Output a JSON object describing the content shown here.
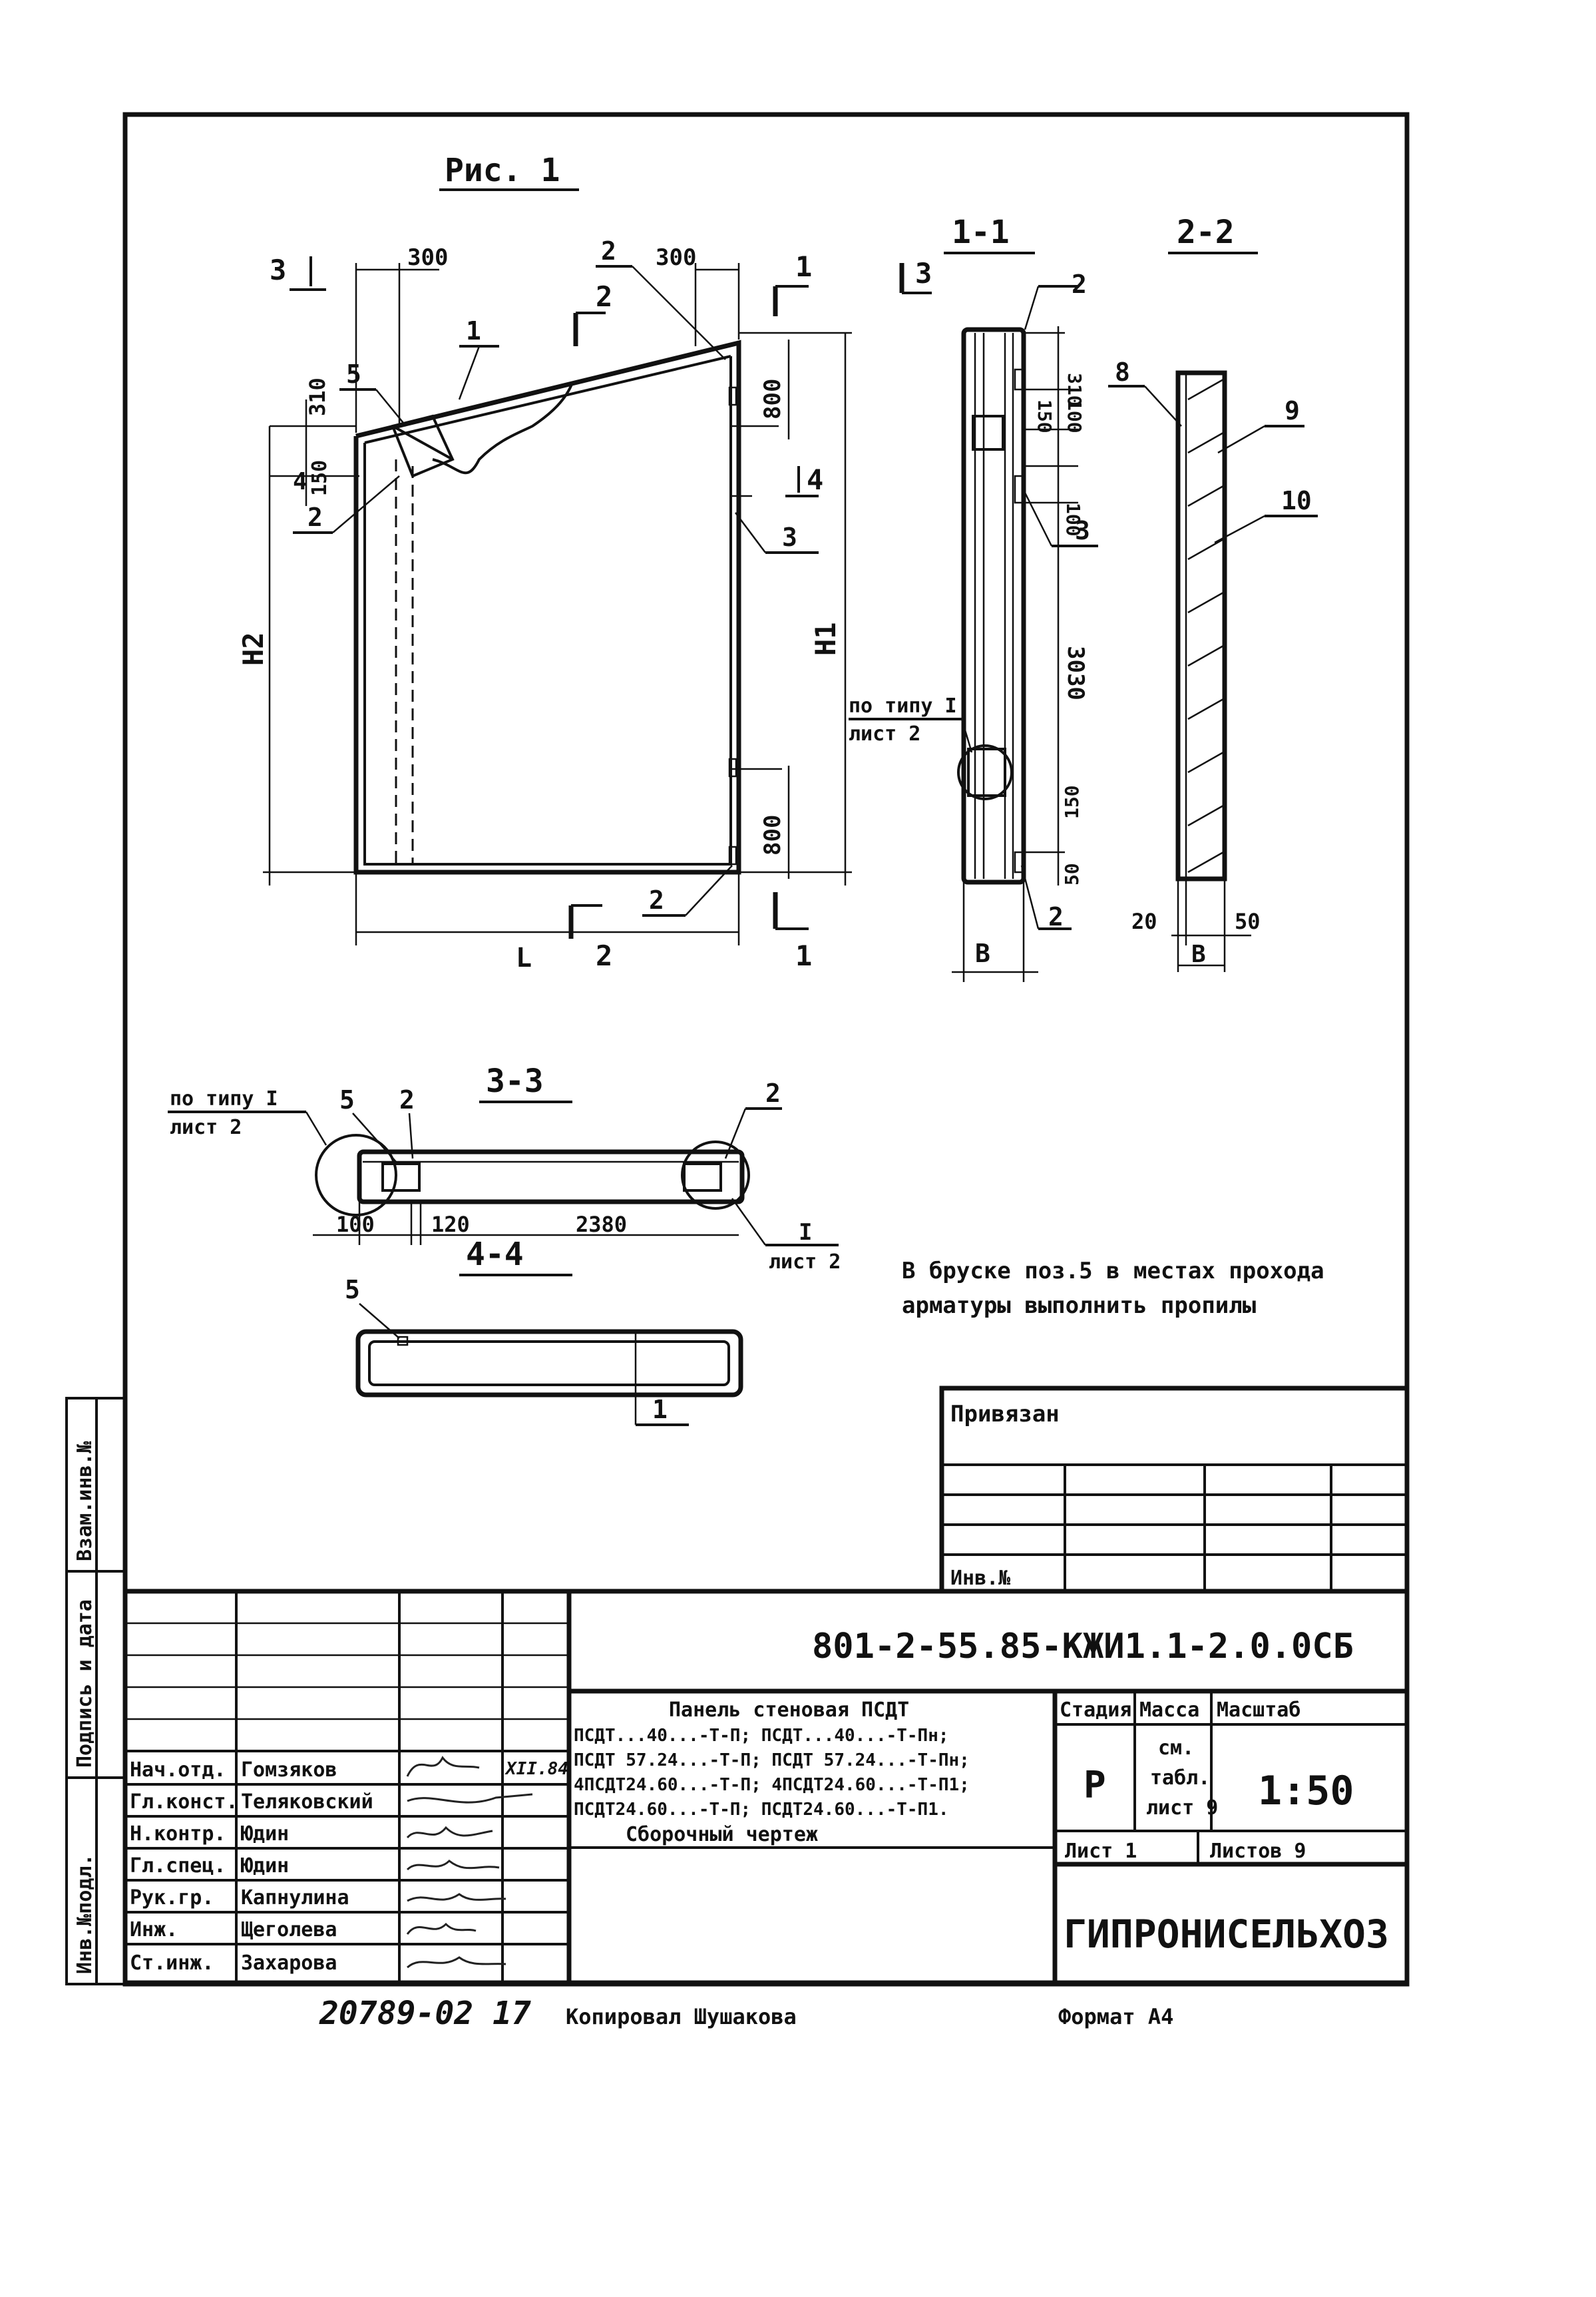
{
  "figure": {
    "title": "Рис. 1"
  },
  "elevation": {
    "dims": {
      "left_300": "300",
      "right_300": "300",
      "top_310": "310",
      "d150": "150",
      "d800_top": "800",
      "d800_bottom": "800",
      "h1": "H1",
      "h2": "H2",
      "L": "L"
    },
    "markers": [
      "1",
      "2",
      "3",
      "4",
      "5"
    ],
    "cuts": {
      "c1": "1",
      "c2": "2",
      "c3": "3",
      "c4": "4"
    }
  },
  "section_1_1": {
    "title": "1-1",
    "dims": {
      "d310": "310",
      "d150": "150",
      "d100": "100",
      "d100b": "100",
      "d3030": "3030",
      "d150b": "150",
      "d50": "50",
      "b": "B"
    },
    "ref": {
      "line1": "по типу I",
      "line2": "лист 2"
    },
    "markers": [
      "2",
      "3",
      "2"
    ]
  },
  "section_2_2": {
    "title": "2-2",
    "dims": {
      "d20": "20",
      "d50": "50",
      "b": "B"
    },
    "markers": [
      "8",
      "9",
      "10"
    ]
  },
  "section_3_3": {
    "title": "3-3",
    "ref_left": {
      "line1": "по типу I",
      "line2": "лист 2"
    },
    "ref_right": {
      "line1": "I",
      "line2": "лист 2"
    },
    "dims": {
      "d100": "100",
      "d120": "120",
      "d2380": "2380"
    },
    "markers": [
      "5",
      "2",
      "2"
    ]
  },
  "section_4_4": {
    "title": "4-4",
    "markers": [
      "5",
      "1"
    ]
  },
  "note": {
    "line1": "В бруске поз.5 в местах прохода",
    "line2": "арматуры выполнить пропилы"
  },
  "side_stamp": {
    "vzam": "Взам.инв.№",
    "podpis": "Подпись и дата",
    "inv": "Инв.№подл."
  },
  "privyazan": {
    "label": "Привязан",
    "inv": "Инв.№"
  },
  "title_block": {
    "code": "801-2-55.85-КЖИ1.1-2.0.0СБ",
    "desc": [
      "Панель стеновая ПСДТ",
      "ПСДТ...40...-Т-П; ПСДТ...40...-Т-Пн;",
      "ПСДТ 57.24...-Т-П; ПСДТ 57.24...-Т-Пн;",
      "4ПСДТ24.60...-Т-П; 4ПСДТ24.60...-Т-П1;",
      "ПСДТ24.60...-Т-П; ПСДТ24.60...-Т-П1.",
      "Сборочный чертеж"
    ],
    "stage_label": "Стадия",
    "mass_label": "Масса",
    "scale_label": "Масштаб",
    "stage": "Р",
    "mass": [
      "см.",
      "табл.",
      "лист 9"
    ],
    "scale": "1:50",
    "sheet": "Лист 1",
    "sheets": "Листов 9",
    "org": "ГИПРОНИСЕЛЬХОЗ",
    "date": "XII.84",
    "staff": [
      {
        "role": "Нач.отд.",
        "name": "Гомзяков"
      },
      {
        "role": "Гл.конст.",
        "name": "Теляковский"
      },
      {
        "role": "Н.контр.",
        "name": "Юдин"
      },
      {
        "role": "Гл.спец.",
        "name": "Юдин"
      },
      {
        "role": "Рук.гр.",
        "name": "Капнулина"
      },
      {
        "role": "Инж.",
        "name": "Щеголева"
      },
      {
        "role": "Ст.инж.",
        "name": "Захарова"
      }
    ]
  },
  "footer": {
    "number": "20789-02 17",
    "copied": "Копировал Шушакова",
    "format": "Формат А4"
  }
}
